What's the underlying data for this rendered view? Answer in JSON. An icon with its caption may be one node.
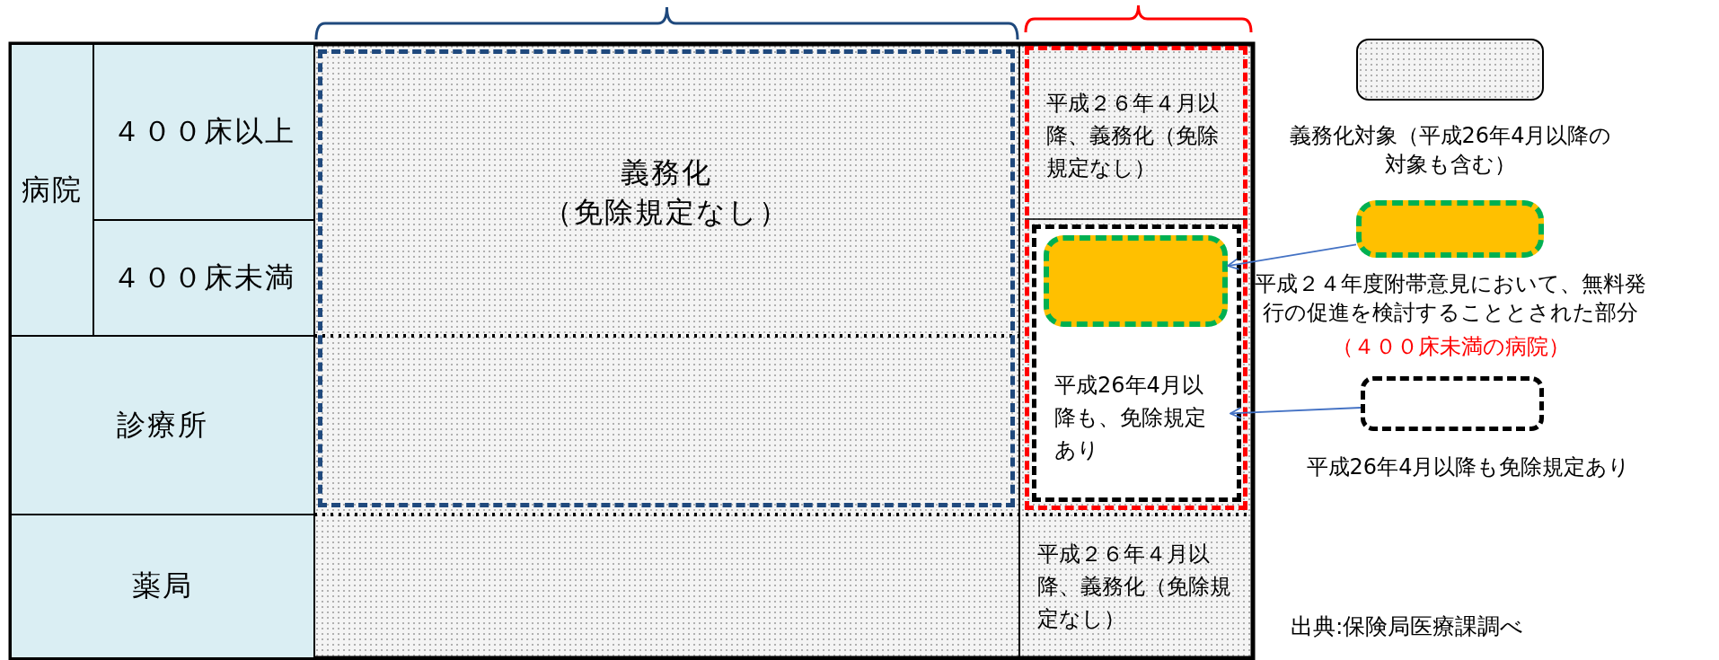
{
  "diagram": {
    "nodes": [
      {
        "text": [
          "病院"
        ]
      },
      {
        "text": [
          "４００床以上"
        ]
      },
      {
        "text": [
          "４００床未満"
        ]
      },
      {
        "text": [
          "診療所"
        ]
      },
      {
        "text": [
          "薬局"
        ]
      },
      {
        "text": [
          "義務化",
          "（免除規定なし）"
        ]
      },
      {
        "text": [],
        "shape": "box"
      },
      {
        "text": [
          "平成２６年４月以降、義務化（免除規定なし）"
        ],
        "in": 6
      },
      {
        "text": [],
        "shape": "box",
        "in": 6
      },
      {
        "text": [],
        "shape": "box",
        "in": 8
      },
      {
        "text": [
          "平成26年4月以降も、免除規定あり"
        ],
        "in": 8
      },
      {
        "text": [
          "平成２６年４月以降、義務化（免除規定なし）"
        ]
      },
      {
        "text": [],
        "shape": "box",
        "beside": [
          "義務化対象（平成26年4月以降の対象も含む）"
        ]
      },
      {
        "text": [],
        "shape": "box",
        "beside": [
          "平成２４年度附帯意見において、無料発行の促進を検討することとされた部分",
          "（４００床未満の病院）"
        ]
      },
      {
        "text": [],
        "shape": "box",
        "beside": [
          "平成26年4月以降も免除規定あり"
        ]
      }
    ],
    "edges": [
      {
        "from": 13,
        "to": 9,
        "arrow": "to"
      },
      {
        "from": 14,
        "to": 10,
        "arrow": "to"
      }
    ],
    "labels": [
      "出典:保険局医療課調べ"
    ]
  }
}
